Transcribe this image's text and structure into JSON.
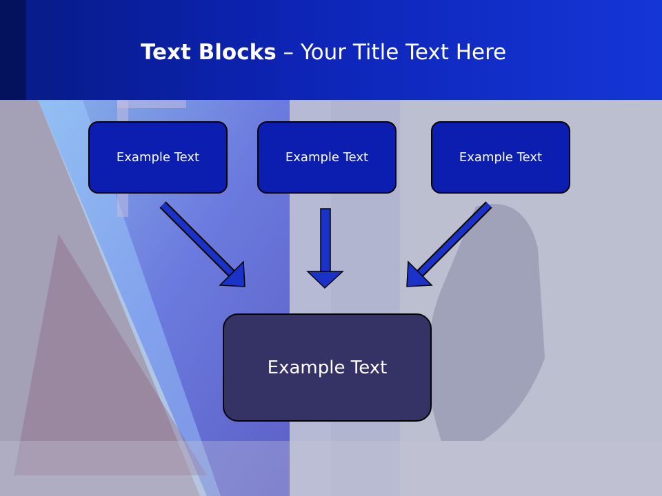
{
  "slide": {
    "title_bold": "Text Blocks",
    "title_rest": " – Your Title Text Here",
    "top_boxes": [
      {
        "label": "Example Text"
      },
      {
        "label": "Example Text"
      },
      {
        "label": "Example Text"
      }
    ],
    "bottom_box": {
      "label": "Example Text"
    },
    "colors": {
      "header": "#0d24b6",
      "top_box_fill": "#0b1eb0",
      "bottom_box_fill": "#353266",
      "arrow_fill": "#1a32c8",
      "background": "#bcbfd0"
    },
    "arrows": [
      {
        "name": "arrow-down-right-icon"
      },
      {
        "name": "arrow-down-icon"
      },
      {
        "name": "arrow-down-left-icon"
      }
    ]
  }
}
